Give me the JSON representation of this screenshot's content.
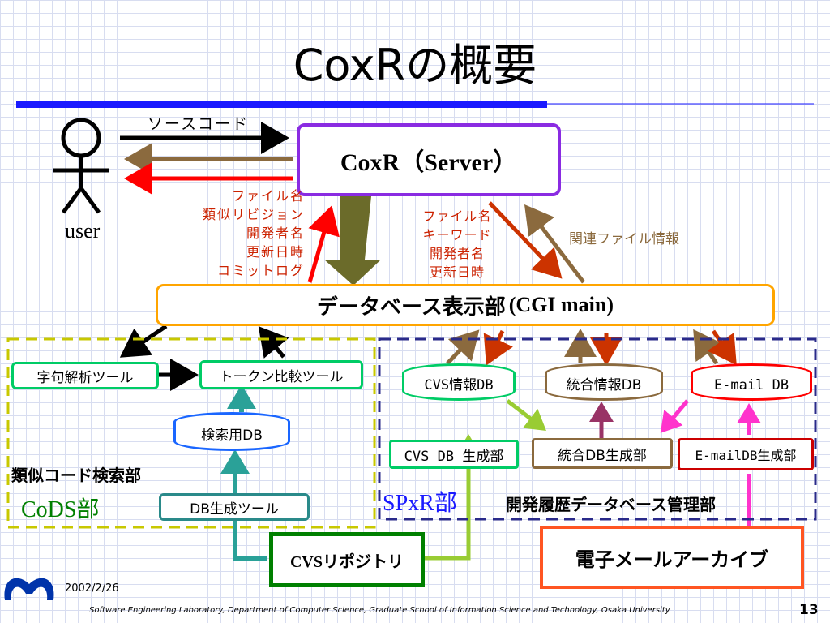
{
  "slide": {
    "title": "CoxRの概要",
    "date": "2002/2/26",
    "footer": "Software Engineering Laboratory, Department of Computer Science, Graduate School of Information Science and Technology, Osaka University",
    "page_number": "13"
  },
  "actors": {
    "user_label": "user",
    "source_code_label": "ソースコード"
  },
  "server": {
    "label": "CoxR（Server）"
  },
  "display": {
    "label_jp": "データベース表示部",
    "label_en": "(CGI main)"
  },
  "left_labels": [
    "ファイル名",
    "類似リビジョン",
    "開発者名",
    "更新日時",
    "コミットログ"
  ],
  "mid_labels": [
    "ファイル名",
    "キーワード",
    "開発者名",
    "更新日時"
  ],
  "related_label": "関連ファイル情報",
  "cods": {
    "morph_tool": "字句解析ツール",
    "token_tool": "トークン比較ツール",
    "search_db": "検索用DB",
    "db_tool": "DB生成ツール",
    "region_label": "類似コード検索部",
    "part_label": "CoDS部"
  },
  "spxr": {
    "cvs_db": "CVS情報DB",
    "merge_db": "統合情報DB",
    "mail_db": "E-mail DB",
    "cvs_gen": "CVS DB 生成部",
    "merge_gen": "統合DB生成部",
    "mail_gen": "E-mailDB生成部",
    "part_label": "SPxR部",
    "region_label": "開発履歴データベース管理部"
  },
  "sources": {
    "repository": "CVSリポジトリ",
    "mail_archive": "電子メールアーカイブ"
  },
  "colors": {
    "title_bar": "#1a1aff",
    "server_border": "#8a2be2",
    "display_border": "#ffa500",
    "yellow_dash": "#c8c800",
    "navy_dash": "#2a2a8a",
    "green": "#008000",
    "red": "#ff0000",
    "brown": "#8b6a3e",
    "teal": "#2aa198",
    "lime": "#99cc33",
    "magenta": "#ff33cc",
    "spxr_blue": "#1a1aff",
    "cods_green": "#008000"
  }
}
